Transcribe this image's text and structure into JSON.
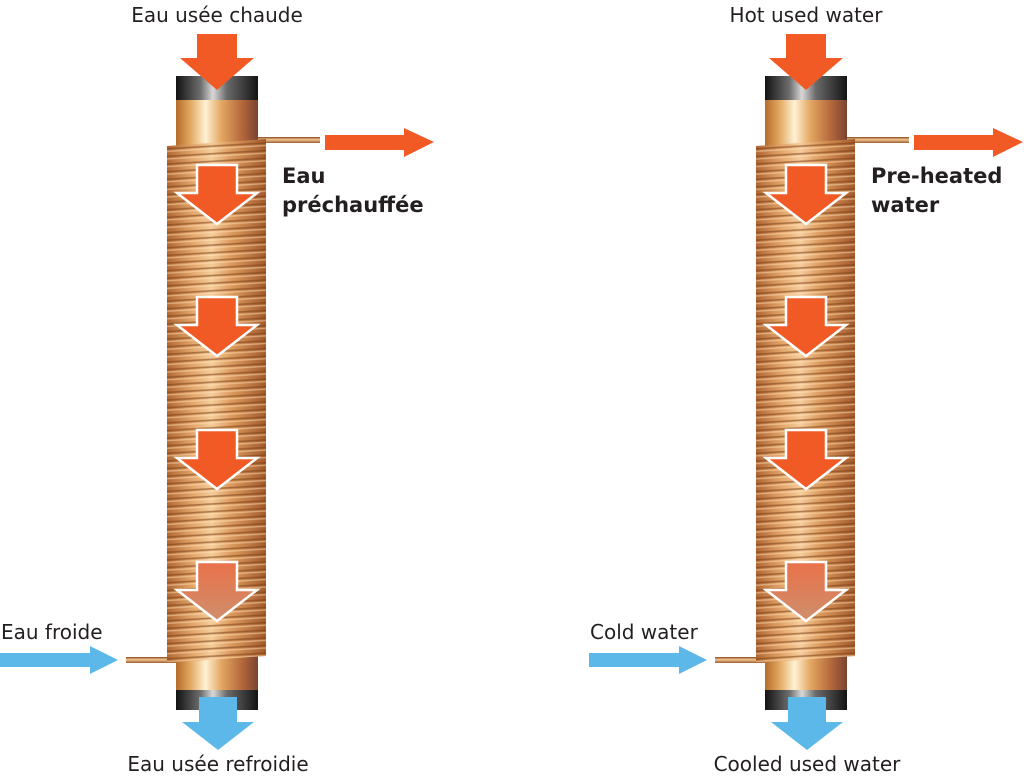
{
  "units": [
    {
      "top_label": "Eau usée chaude",
      "outlet_label": [
        "Eau",
        "préchauffée"
      ],
      "inlet_label": "Eau froide",
      "bottom_label": "Eau usée refroidie"
    },
    {
      "top_label": "Hot used water",
      "outlet_label": [
        "Pre-heated",
        "water"
      ],
      "inlet_label": "Cold water",
      "bottom_label": "Cooled used water"
    }
  ],
  "colors": {
    "hot_arrow": "#f15a24",
    "cold_arrow": "#5cb8e9",
    "copper": "#d9945a",
    "text": "#231f20"
  }
}
